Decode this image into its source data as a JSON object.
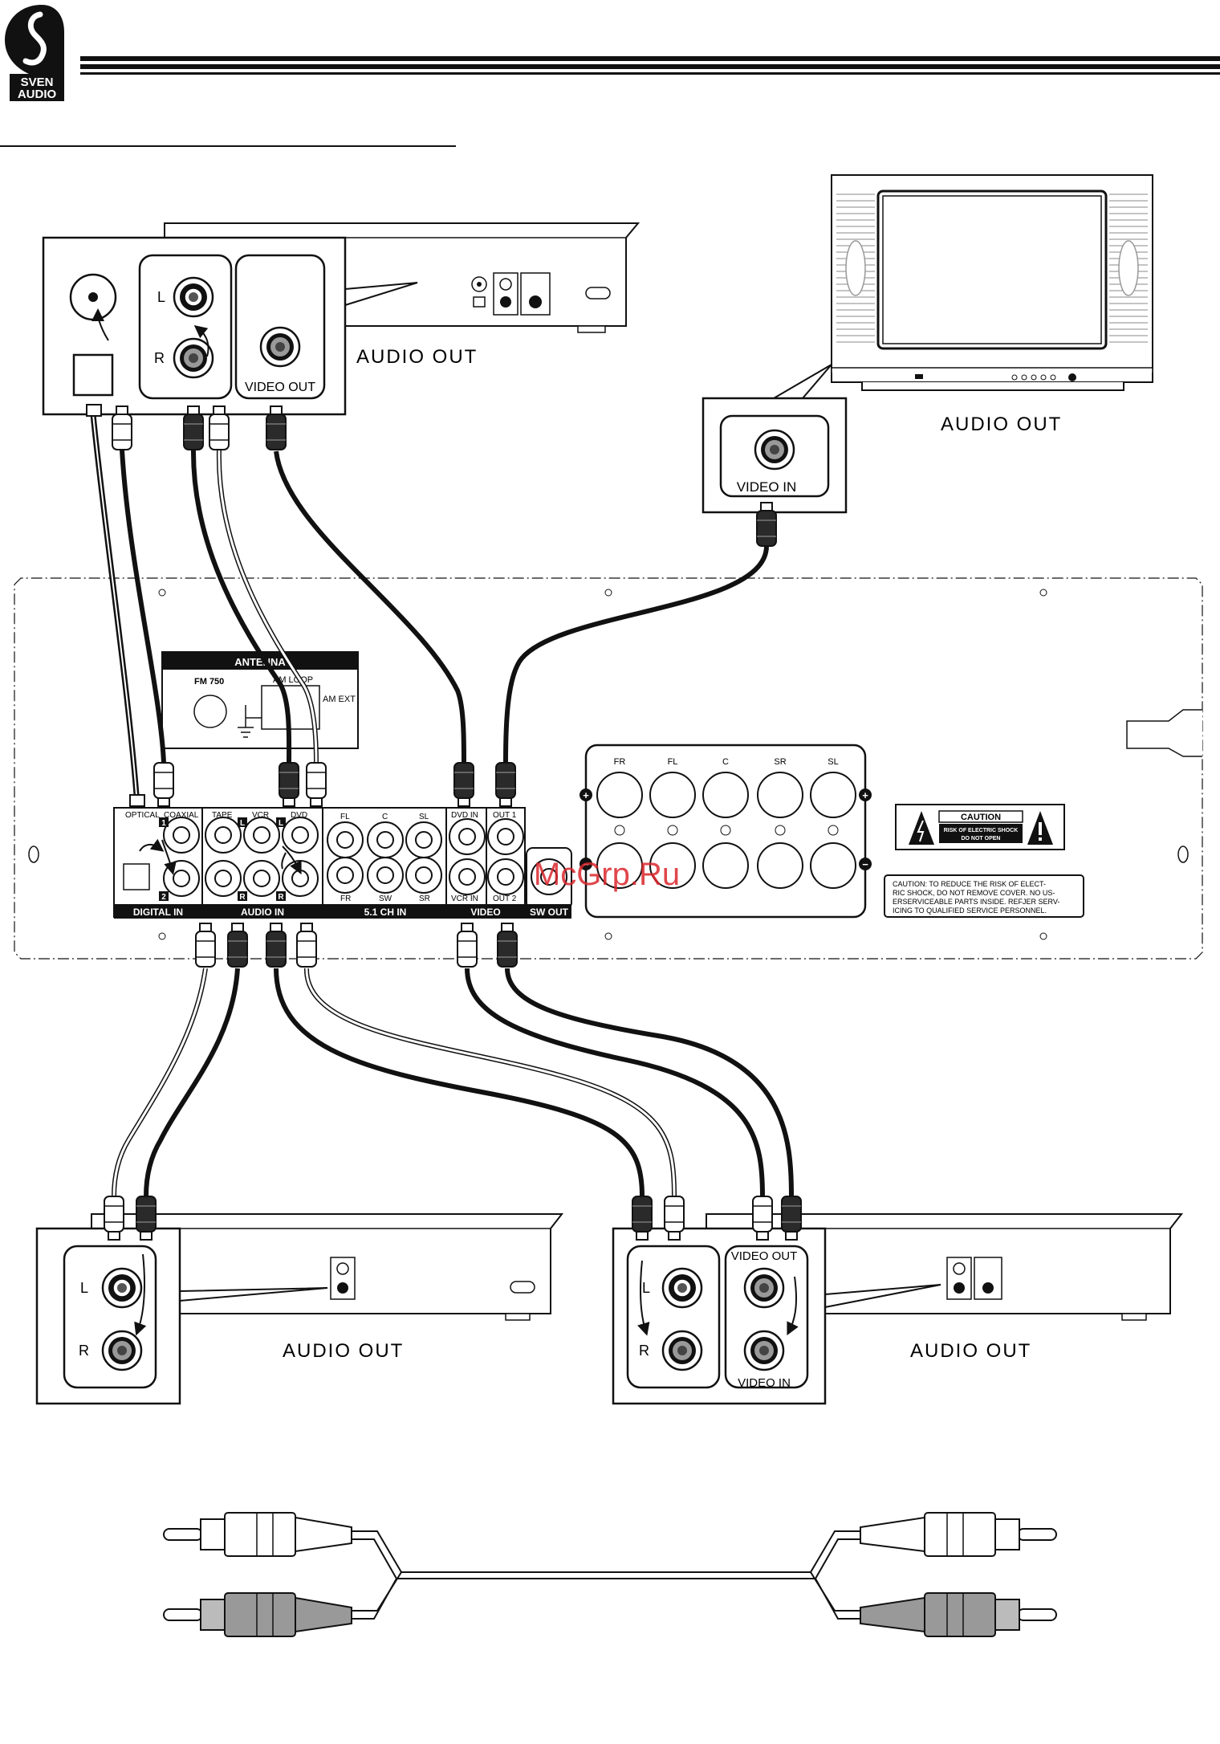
{
  "header": {
    "logo_top": "SVEN",
    "logo_bottom": "AUDIO"
  },
  "dvd_player": {
    "callout_labels": {
      "left": "L",
      "right": "R",
      "video_out": "VIDEO OUT"
    },
    "caption": "AUDIO OUT"
  },
  "tv": {
    "callout_label": "VIDEO IN",
    "caption": "AUDIO OUT"
  },
  "receiver": {
    "antenna": {
      "title": "ANTENNA",
      "fm": "FM 750",
      "am_loop": "AM LOOP",
      "am_ext": "AM EXT"
    },
    "digital_in": {
      "optical": "OPTICAL",
      "coaxial": "COAXIAL",
      "num1": "1",
      "num2": "2",
      "label": "DIGITAL IN"
    },
    "audio_in": {
      "tape": "TAPE",
      "vcr": "VCR",
      "dvd": "DVD",
      "l": "L",
      "r": "R",
      "label": "AUDIO IN"
    },
    "ch51_in": {
      "fl": "FL",
      "c": "C",
      "sl": "SL",
      "fr": "FR",
      "sw": "SW",
      "sr": "SR",
      "label": "5.1 CH IN"
    },
    "video": {
      "dvd_in": "DVD IN",
      "vcr_in": "VCR IN",
      "out1": "OUT 1",
      "out2": "OUT 2",
      "label": "VIDEO"
    },
    "sw_out": {
      "label": "SW OUT"
    },
    "speakers": {
      "fr": "FR",
      "fl": "FL",
      "c": "C",
      "sr": "SR",
      "sl": "SL",
      "plus": "+",
      "minus": "−"
    },
    "caution": {
      "title": "CAUTION",
      "line1": "RISK OF ELECTRIC SHOCK",
      "line2": "DO NOT OPEN",
      "notice_lines": [
        "CAUTION: TO REDUCE THE RISK OF ELECT-",
        "RIC SHOCK, DO NOT REMOVE COVER. NO US-",
        "ERSERVICEABLE PARTS INSIDE. REFJER SERV-",
        "ICING TO QUALIFIED SERVICE PERSONNEL."
      ]
    }
  },
  "watermark": "McGrp.Ru",
  "tape_deck": {
    "callout_labels": {
      "left": "L",
      "right": "R"
    },
    "caption": "AUDIO OUT"
  },
  "vcr": {
    "callout_labels": {
      "left": "L",
      "right": "R",
      "video_out": "VIDEO OUT",
      "video_in": "VIDEO IN"
    },
    "caption": "AUDIO OUT"
  },
  "colors": {
    "ink": "#111111",
    "cable_dark": "#1a1a1a",
    "connector_grey": "#9a9a9a",
    "watermark_red": "#d9262b"
  }
}
